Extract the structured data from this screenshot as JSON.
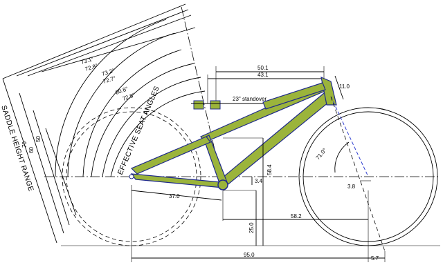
{
  "colors": {
    "frame_fill": "#9bb43b",
    "frame_outline": "#1f2a8a",
    "wheel_line": "#000000",
    "center_line": "#2b3bd0"
  },
  "dimensions": {
    "top_length_a": "50.1",
    "top_length_b": "43.1",
    "head_tube": "11.0",
    "standover": "23\" standover",
    "seat_angle_a": "73.1°",
    "seat_angle_b": "72.8°",
    "seat_angle_c": "73.2°",
    "seat_angle_d": "72.7°",
    "seat_angle_e": "80.8°",
    "seat_angle_f": "72.8°",
    "head_angle": "71.0°",
    "seat_tube": "58.4",
    "bb_drop": "3.4",
    "fork_offset": "3.8",
    "chainstay": "37.0",
    "front_center": "58.2",
    "bb_height": "25.0",
    "wheelbase": "95.0",
    "trail": "5.7",
    "saddle_50": "50",
    "saddle_60": "60",
    "saddle_70": "70"
  },
  "labels": {
    "effective_seat_angles": "EFFECTIVE SEAT ANGLES",
    "saddle_height_range": "SADDLE HEIGHT RANGE"
  }
}
